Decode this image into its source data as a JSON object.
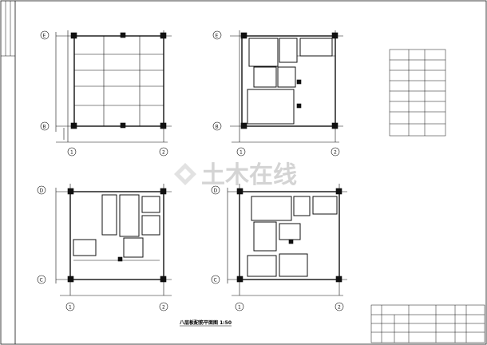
{
  "drawing_title": "八层板配筋平面图 1:50",
  "watermark": "土木在线",
  "axes": {
    "plan1": {
      "top": "E",
      "bottom": "B",
      "left": "1",
      "right": "2"
    },
    "plan2": {
      "top": "E",
      "bottom": "B",
      "left": "1",
      "right": "2"
    },
    "plan3": {
      "top": "D",
      "bottom": "C",
      "left": "1",
      "right": "2"
    },
    "plan4": {
      "top": "D",
      "bottom": "C",
      "left": "1",
      "right": "2"
    }
  },
  "colors": {
    "line": "#111111",
    "watermark": "#d4d4d4",
    "background": "#ffffff"
  }
}
